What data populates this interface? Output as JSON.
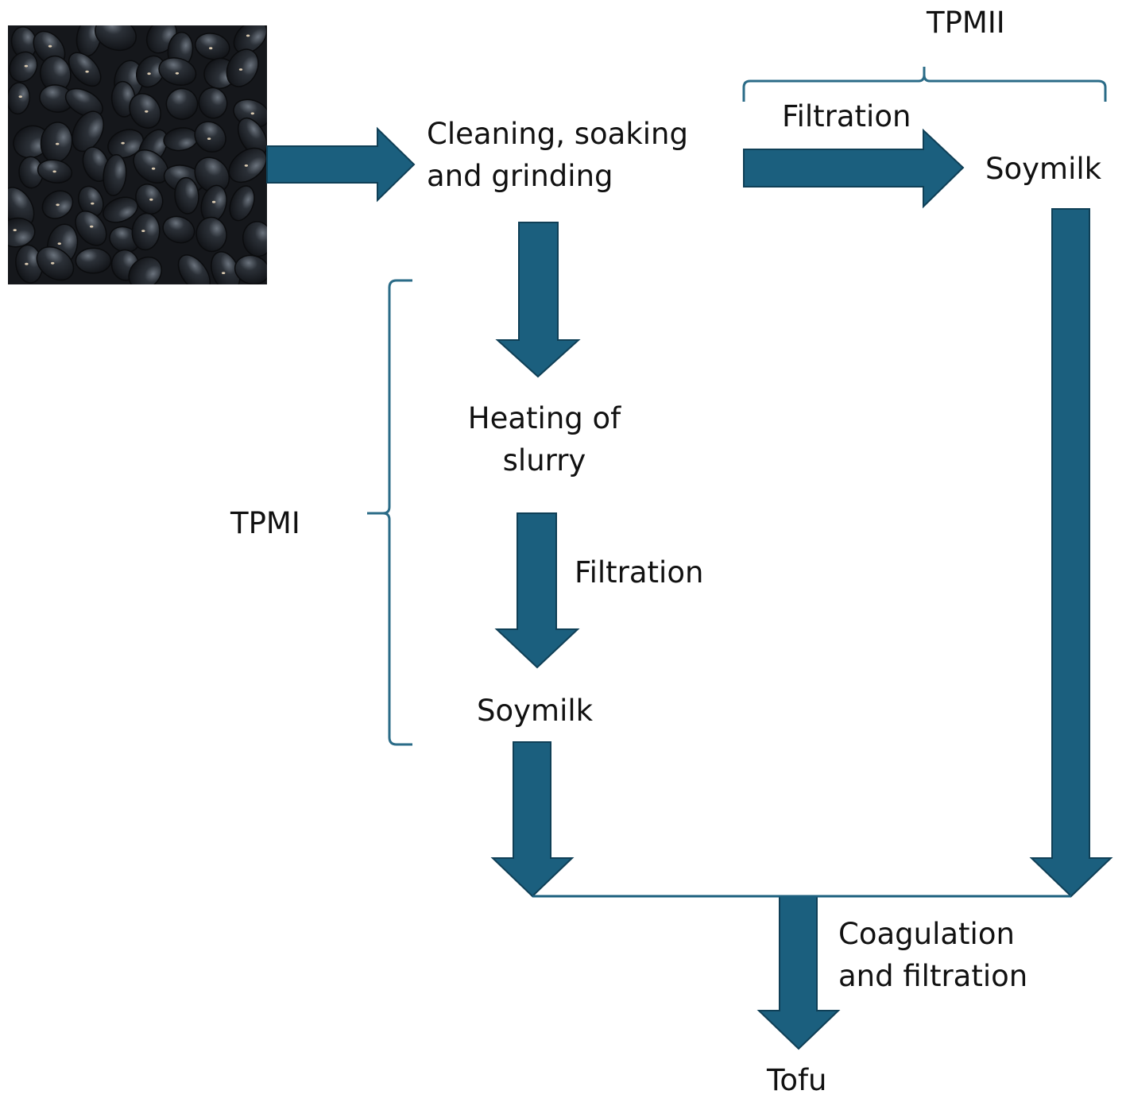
{
  "colors": {
    "arrow": "#1b5f7e",
    "arrow_outline": "#0f3f56",
    "bracket": "#2a6b87",
    "text": "#111111",
    "bean_dark": "#1a1d22",
    "bean_light": "#5d6570"
  },
  "image": {
    "icon": "black-soybeans-photo"
  },
  "labels": {
    "tpmii": "TPMII",
    "tpmi": "TPMI",
    "cleaning_line1": "Cleaning, soaking",
    "cleaning_line2": "and grinding",
    "filtration_top": "Filtration",
    "soymilk_top": "Soymilk",
    "heating_line1": "Heating of",
    "heating_line2": "slurry",
    "filtration_mid": "Filtration",
    "soymilk_mid": "Soymilk",
    "coag_line1": "Coagulation",
    "coag_line2": "and filtration",
    "tofu": "Tofu"
  }
}
